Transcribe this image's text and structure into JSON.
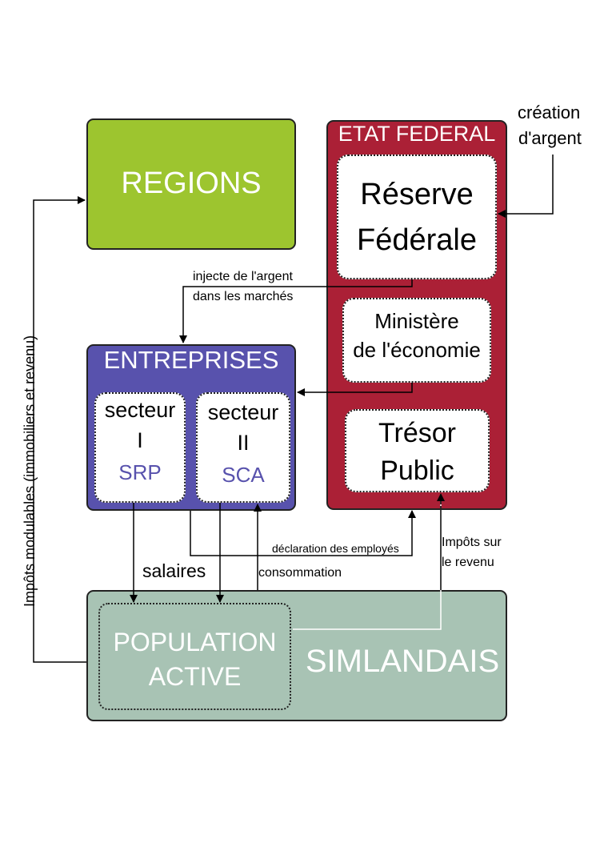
{
  "regions": {
    "title": "REGIONS",
    "color": "#9dc52f"
  },
  "etat_federal": {
    "title": "ETAT FEDERAL",
    "color": "#ab2036",
    "reserve": {
      "line1": "Réserve",
      "line2": "Fédérale"
    },
    "ministere": {
      "line1": "Ministère",
      "line2": "de l'économie"
    },
    "tresor": {
      "line1": "Trésor",
      "line2": "Public"
    }
  },
  "entreprises": {
    "title": "ENTREPRISES",
    "color": "#5852ad",
    "secteur1": {
      "word": "secteur",
      "num": "I",
      "code": "SRP"
    },
    "secteur2": {
      "word": "secteur",
      "num": "II",
      "code": "SCA"
    }
  },
  "simlandais": {
    "title": "SIMLANDAIS",
    "color": "#a8c3b4",
    "population": {
      "line1": "POPULATION",
      "line2": "ACTIVE"
    }
  },
  "labels": {
    "creation_l1": "création",
    "creation_l2": "d'argent",
    "injecte_l1": "injecte de l'argent",
    "injecte_l2": "dans les marchés",
    "salaires": "salaires",
    "consommation": "consommation",
    "declaration": "déclaration des employés",
    "impots_l1": "Impôts sur",
    "impots_l2": "le revenu",
    "vertical": "Impôts modulables  (immobiliers et revenu)"
  }
}
